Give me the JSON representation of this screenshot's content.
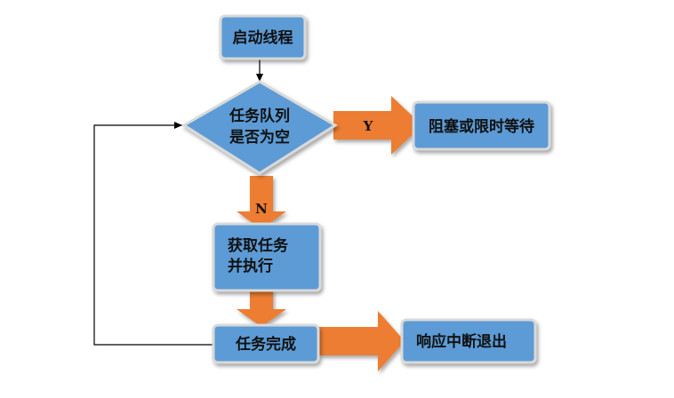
{
  "nodes": {
    "start": {
      "label": "启动线程"
    },
    "check": {
      "line1": "任务队列",
      "line2": "是否为空"
    },
    "block": {
      "label": "阻塞或限时等待"
    },
    "execute": {
      "line1": "获取任务",
      "line2": "并执行"
    },
    "done": {
      "label": "任务完成"
    },
    "exit": {
      "label": "响应中断退出"
    }
  },
  "edges": {
    "yes_label": "Y",
    "no_label": "N"
  },
  "colors": {
    "node_fill": "#5b9bd5",
    "node_border": "#d9d9d9",
    "arrow_fill": "#ed7d31",
    "line": "#000000"
  }
}
